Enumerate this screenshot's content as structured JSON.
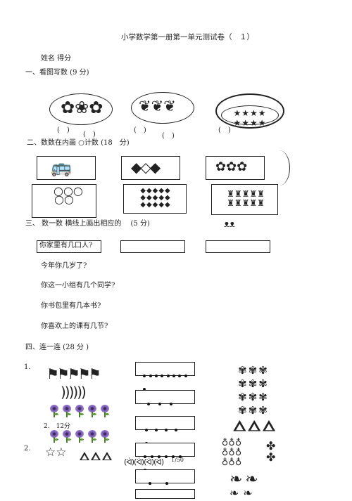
{
  "header": {
    "title": "小学数学第一册第一单元测试卷（　１）",
    "name_score": "姓名  得分"
  },
  "sections": {
    "s1": "一、看图写数 (9 分)",
    "s2": "二、数数在内画 ○计数 (18　分)",
    "s3": "三、 数一数  横线上画出相应的　 (5 分)",
    "s4": "四、连一连 (28 分 )"
  },
  "section1": {
    "blanks": [
      "(　)",
      "(　)",
      "(　)",
      "(　)",
      "(　)"
    ],
    "stars": "★★★★ ★★★★"
  },
  "section3": {
    "questions": [
      "你家里有几口人?",
      "今年你几岁了?",
      "你这一小组有几个同学?",
      "你书包里有几本书?",
      "你喜欢上的课有几节?"
    ]
  },
  "section4": {
    "label1": "1.",
    "label2": "2.",
    "sublabel": "2.　12分",
    "page_number": "1/50"
  },
  "icons": {
    "butterfly": "butterfly-icon",
    "strawberry": "strawberry-icon",
    "star": "star-icon",
    "bus": "bus-icon",
    "fish": "fish-icon",
    "flower_box": "flower-icon",
    "balloon": "balloon-icon",
    "duck": "duck-icon",
    "apple": "apple-icon",
    "triangle": "triangle-icon",
    "leaf": "leaf-icon"
  },
  "colors": {
    "ink": "#222222",
    "flower_purple": "#7a5bb5",
    "background": "#ffffff"
  }
}
